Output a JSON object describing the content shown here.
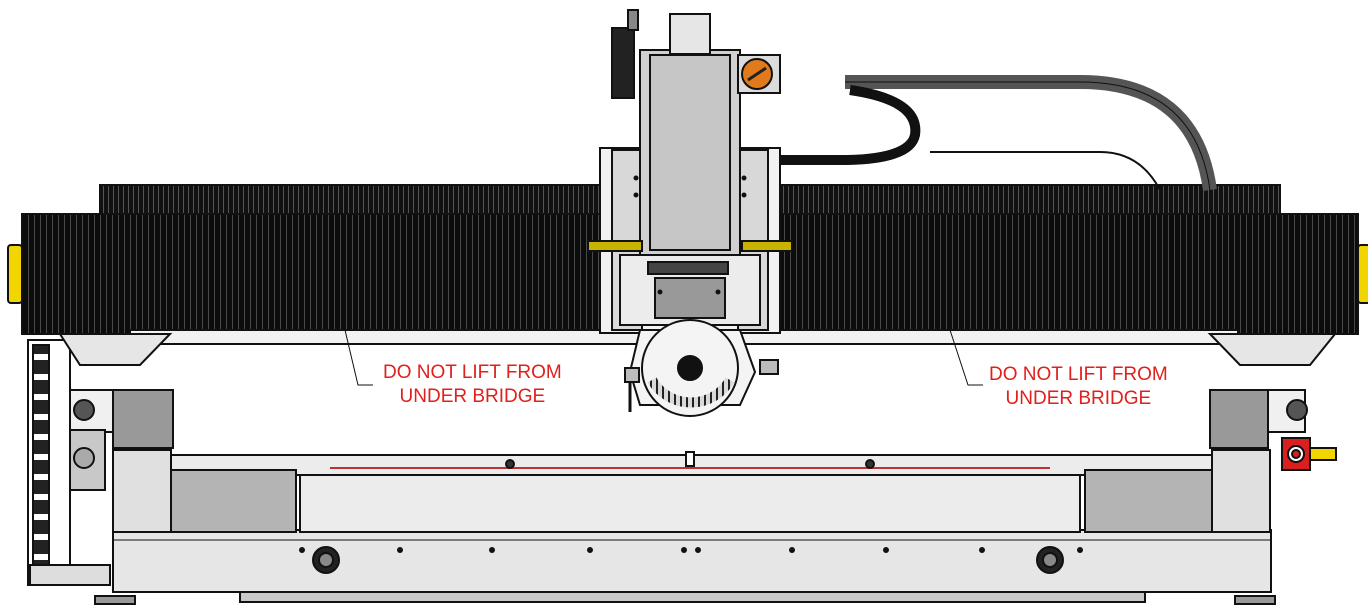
{
  "callouts": {
    "left": {
      "line1": "DO NOT LIFT FROM",
      "line2": "UNDER BRIDGE"
    },
    "right": {
      "line1": "DO NOT LIFT FROM",
      "line2": "UNDER BRIDGE"
    }
  },
  "colors": {
    "warning_text": "#e0201c",
    "safety_yellow": "#f2d400",
    "adjuster_orange": "#e07a1a",
    "estop_red": "#d82020",
    "bellows_black": "#0c0c0c",
    "frame_gray": "#e6e6e6",
    "panel_gray": "#b4b4b4"
  }
}
